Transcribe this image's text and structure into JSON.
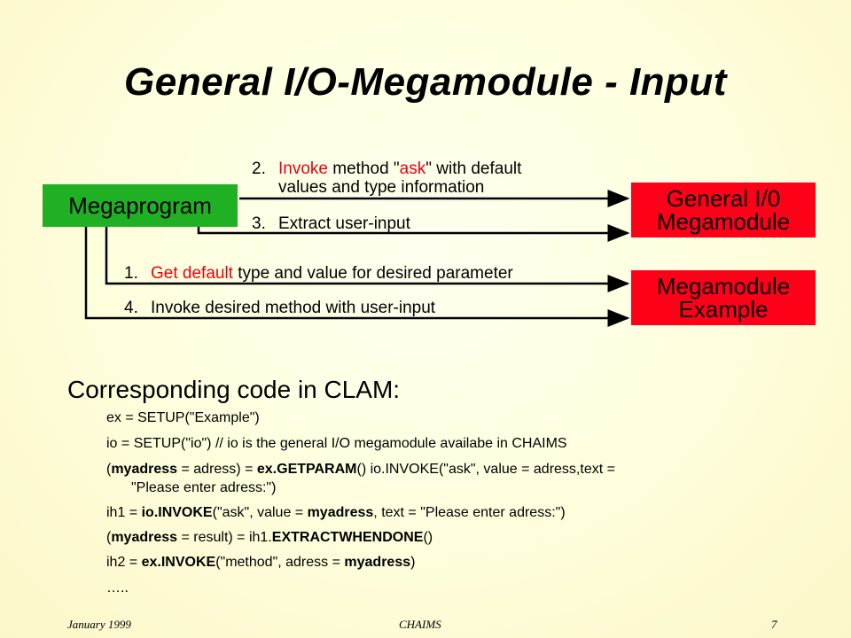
{
  "title": "General I/O-Megamodule - Input",
  "boxes": {
    "megaprogram": "Megaprogram",
    "general_io_line1": "General I/0",
    "general_io_line2": "Megamodule",
    "example_line1": "Megamodule",
    "example_line2": "Example"
  },
  "steps": {
    "s2": {
      "num": "2.",
      "pre": "Invoke",
      "mid": " method \"",
      "red": "ask",
      "post": "\" with default",
      "line2": "values and type information"
    },
    "s3": {
      "num": "3.",
      "text": "Extract user-input"
    },
    "s1": {
      "num": "1.",
      "red": "Get default",
      "post": " type and value for desired parameter"
    },
    "s4": {
      "num": "4.",
      "text": "Invoke desired method with user-input"
    }
  },
  "heading": "Corresponding code in CLAM:",
  "code": {
    "l1": "ex = SETUP(\"Example\")",
    "l2": "io = SETUP(\"io\")   // io is the general I/O megamodule availabe in CHAIMS",
    "l3": {
      "a": "(",
      "b": "myadress",
      "c": " = adress) = ",
      "d": "ex.GETPARAM",
      "e": "() io.INVOKE(\"ask\", value = adress,text =",
      "f": "\"Please enter adress:\")"
    },
    "l4": {
      "a": "ih1 = ",
      "b": "io.INVOKE",
      "c": "(\"ask\", value = ",
      "d": "myadress",
      "e": ", text = \"Please enter adress:\")"
    },
    "l5": {
      "a": "(",
      "b": "myadress",
      "c": " = result) = ih1.",
      "d": "EXTRACTWHENDONE",
      "e": "()"
    },
    "l6": {
      "a": "ih2 = ",
      "b": "ex.INVOKE",
      "c": "(\"method\", adress = ",
      "d": "myadress",
      "e": ")"
    },
    "l7": "….."
  },
  "footer": {
    "date": "January 1999",
    "center": "CHAIMS",
    "page": "7"
  },
  "colors": {
    "green_box": "#1fb024",
    "red_box": "#ff0019",
    "red_text": "#e8000f",
    "background": "#ffffe0"
  }
}
